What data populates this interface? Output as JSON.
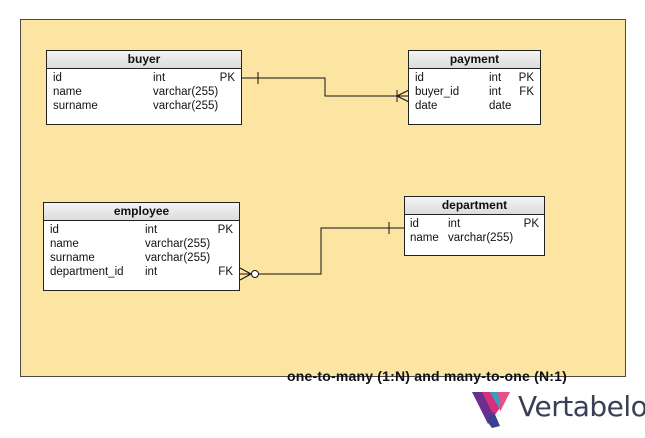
{
  "tables": {
    "buyer": {
      "name": "buyer",
      "rows": [
        {
          "name": "id",
          "type": "int",
          "key": "PK"
        },
        {
          "name": "name",
          "type": "varchar(255)",
          "key": ""
        },
        {
          "name": "surname",
          "type": "varchar(255)",
          "key": ""
        }
      ]
    },
    "payment": {
      "name": "payment",
      "rows": [
        {
          "name": "id",
          "type": "int",
          "key": "PK"
        },
        {
          "name": "buyer_id",
          "type": "int",
          "key": "FK"
        },
        {
          "name": "date",
          "type": "date",
          "key": ""
        }
      ]
    },
    "employee": {
      "name": "employee",
      "rows": [
        {
          "name": "id",
          "type": "int",
          "key": "PK"
        },
        {
          "name": "name",
          "type": "varchar(255)",
          "key": ""
        },
        {
          "name": "surname",
          "type": "varchar(255)",
          "key": ""
        },
        {
          "name": "department_id",
          "type": "int",
          "key": "FK"
        }
      ]
    },
    "department": {
      "name": "department",
      "rows": [
        {
          "name": "id",
          "type": "int",
          "key": "PK"
        },
        {
          "name": "name",
          "type": "varchar(255)",
          "key": ""
        }
      ]
    }
  },
  "relationships": [
    {
      "from": "buyer",
      "to": "payment",
      "from_cardinality": "one",
      "to_cardinality": "many"
    },
    {
      "from": "employee",
      "to": "department",
      "from_cardinality": "many",
      "to_cardinality": "one"
    }
  ],
  "caption": "one-to-many (1:N) and many-to-one (N:1)",
  "brand": {
    "name": "Vertabelo"
  },
  "colors": {
    "canvas": "#fce5a3",
    "header": "#dcdcdc",
    "brand_text": "#3a3f58"
  }
}
